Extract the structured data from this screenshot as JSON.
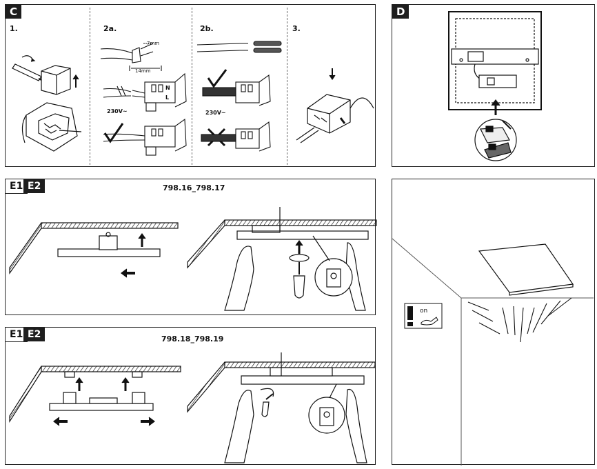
{
  "panel_c": {
    "tag": "C",
    "steps": {
      "s1": "1.",
      "s2a": "2a.",
      "s2b": "2b.",
      "s3": "3."
    },
    "strip_7": "7mm",
    "strip_14": "14mm",
    "voltage_1": "230V~",
    "voltage_2": "230V~",
    "terminal_n": "N",
    "terminal_l": "L"
  },
  "panel_d": {
    "tag": "D"
  },
  "panel_e_top": {
    "tag1": "E1",
    "tag2": "E2",
    "model": "798.16_798.17"
  },
  "panel_e_bottom": {
    "tag1": "E1",
    "tag2": "E2",
    "model": "798.18_798.19"
  },
  "panel_switch": {
    "label": "on"
  }
}
